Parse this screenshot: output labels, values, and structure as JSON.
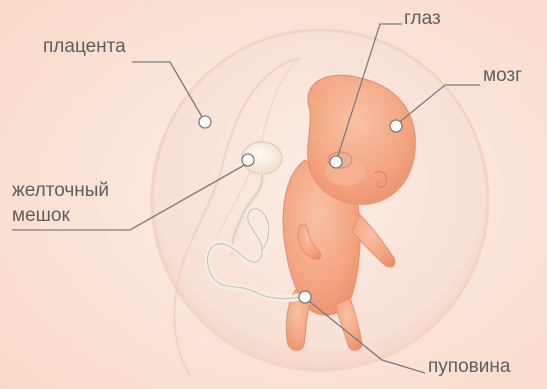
{
  "labels": {
    "placenta": "плацента",
    "yolk_sac_line1": "желточный",
    "yolk_sac_line2": "мешок",
    "eye": "глаз",
    "brain": "мозг",
    "umbilical_cord": "пуповина"
  },
  "colors": {
    "background": "#fbe7dc",
    "amniotic_sac": "#f7ddd1",
    "embryo_skin": "#f2a17d",
    "leader_line": "#7b7b7b",
    "label_text": "#5f5f5f"
  }
}
